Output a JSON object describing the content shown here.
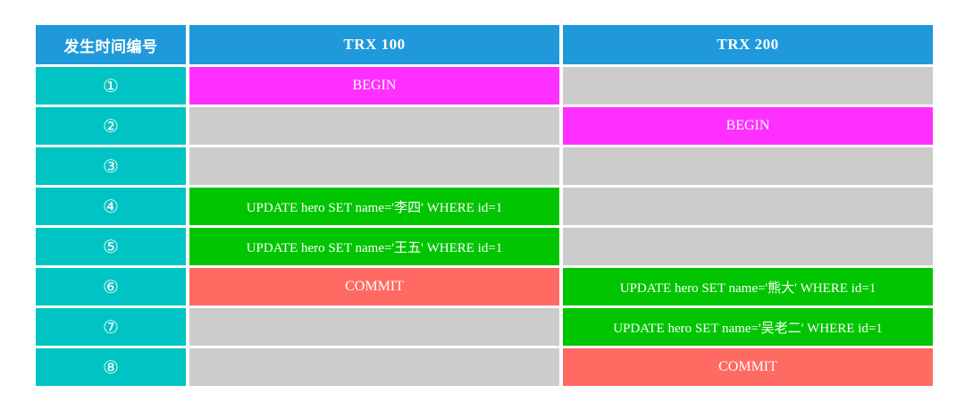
{
  "table": {
    "columns": [
      {
        "label": "发生时间编号"
      },
      {
        "label": "TRX 100"
      },
      {
        "label": "TRX 200"
      }
    ],
    "rows": [
      {
        "seq": "①",
        "trx100": {
          "text": "BEGIN",
          "type": "begin"
        },
        "trx200": {
          "text": "",
          "type": "empty"
        }
      },
      {
        "seq": "②",
        "trx100": {
          "text": "",
          "type": "empty"
        },
        "trx200": {
          "text": "BEGIN",
          "type": "begin"
        }
      },
      {
        "seq": "③",
        "trx100": {
          "text": "",
          "type": "empty"
        },
        "trx200": {
          "text": "",
          "type": "empty"
        }
      },
      {
        "seq": "④",
        "trx100": {
          "text": "UPDATE hero SET name='李四' WHERE id=1",
          "type": "update"
        },
        "trx200": {
          "text": "",
          "type": "empty"
        }
      },
      {
        "seq": "⑤",
        "trx100": {
          "text": "UPDATE hero SET name='王五' WHERE id=1",
          "type": "update"
        },
        "trx200": {
          "text": "",
          "type": "empty"
        }
      },
      {
        "seq": "⑥",
        "trx100": {
          "text": "COMMIT",
          "type": "commit"
        },
        "trx200": {
          "text": "UPDATE hero SET name='熊大' WHERE id=1",
          "type": "update"
        }
      },
      {
        "seq": "⑦",
        "trx100": {
          "text": "",
          "type": "empty"
        },
        "trx200": {
          "text": "UPDATE hero SET name='吴老二' WHERE id=1",
          "type": "update"
        }
      },
      {
        "seq": "⑧",
        "trx100": {
          "text": "",
          "type": "empty"
        },
        "trx200": {
          "text": "COMMIT",
          "type": "commit"
        }
      }
    ]
  },
  "colors": {
    "header_bg": "#2099db",
    "sequence_bg": "#00c4c4",
    "begin_bg": "#ff30ff",
    "update_bg": "#00c500",
    "commit_bg": "#ff6a62",
    "empty_bg": "#cccccc",
    "text": "#ffffff"
  }
}
